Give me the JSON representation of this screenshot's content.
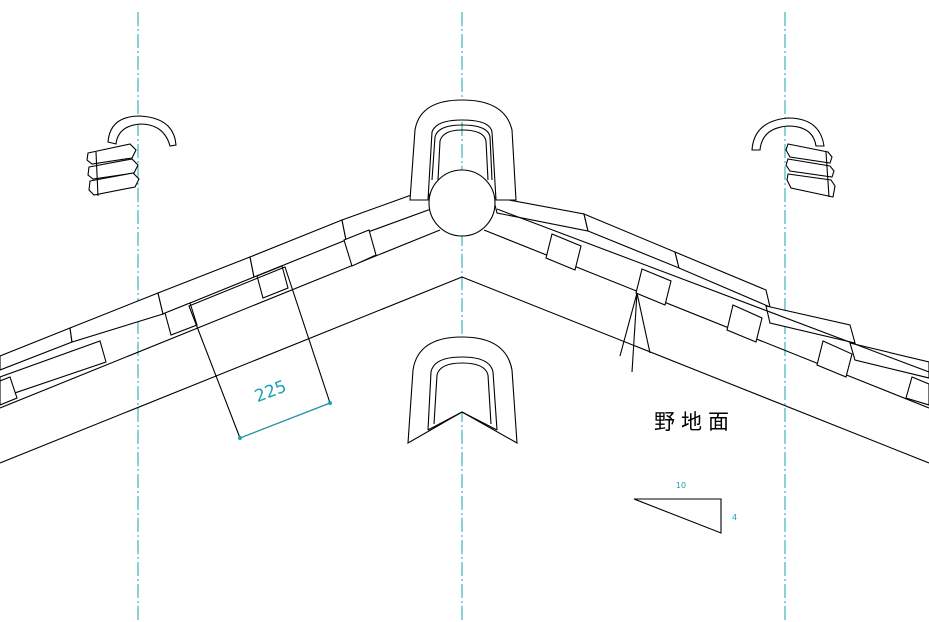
{
  "colors": {
    "line": "#000000",
    "center_line": "#1aa3b3",
    "dimension": "#1aa3b3",
    "background": "#ffffff"
  },
  "dimension": {
    "value": "225"
  },
  "labels": {
    "surface": "野地面"
  },
  "slope": {
    "run": "10",
    "rise": "4"
  }
}
